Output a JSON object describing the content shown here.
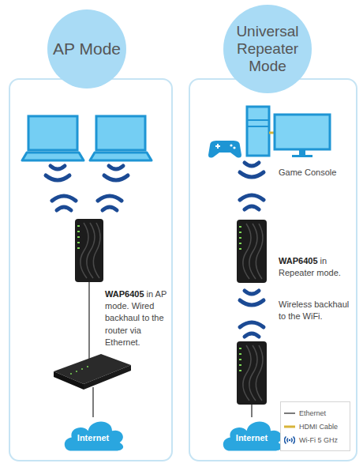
{
  "diagram": {
    "nodes": [
      {
        "text": [
          "AP Mode"
        ]
      },
      {
        "text": [
          "Universal Repeater Mode"
        ]
      },
      {
        "text": [
          "Internet"
        ]
      },
      {
        "text": [
          "Internet"
        ]
      }
    ],
    "labels": [
      "WAP6405",
      "in AP mode. Wired backhaul to the router via Ethernet.",
      "Game Console",
      "WAP6405",
      "in Repeater mode.",
      "Wireless backhaul to the WiFi."
    ],
    "legend": [
      {
        "text": "Ethernet"
      },
      {
        "text": "HDMI Cable"
      },
      {
        "text": "Wi-Fi 5 GHz"
      }
    ]
  }
}
